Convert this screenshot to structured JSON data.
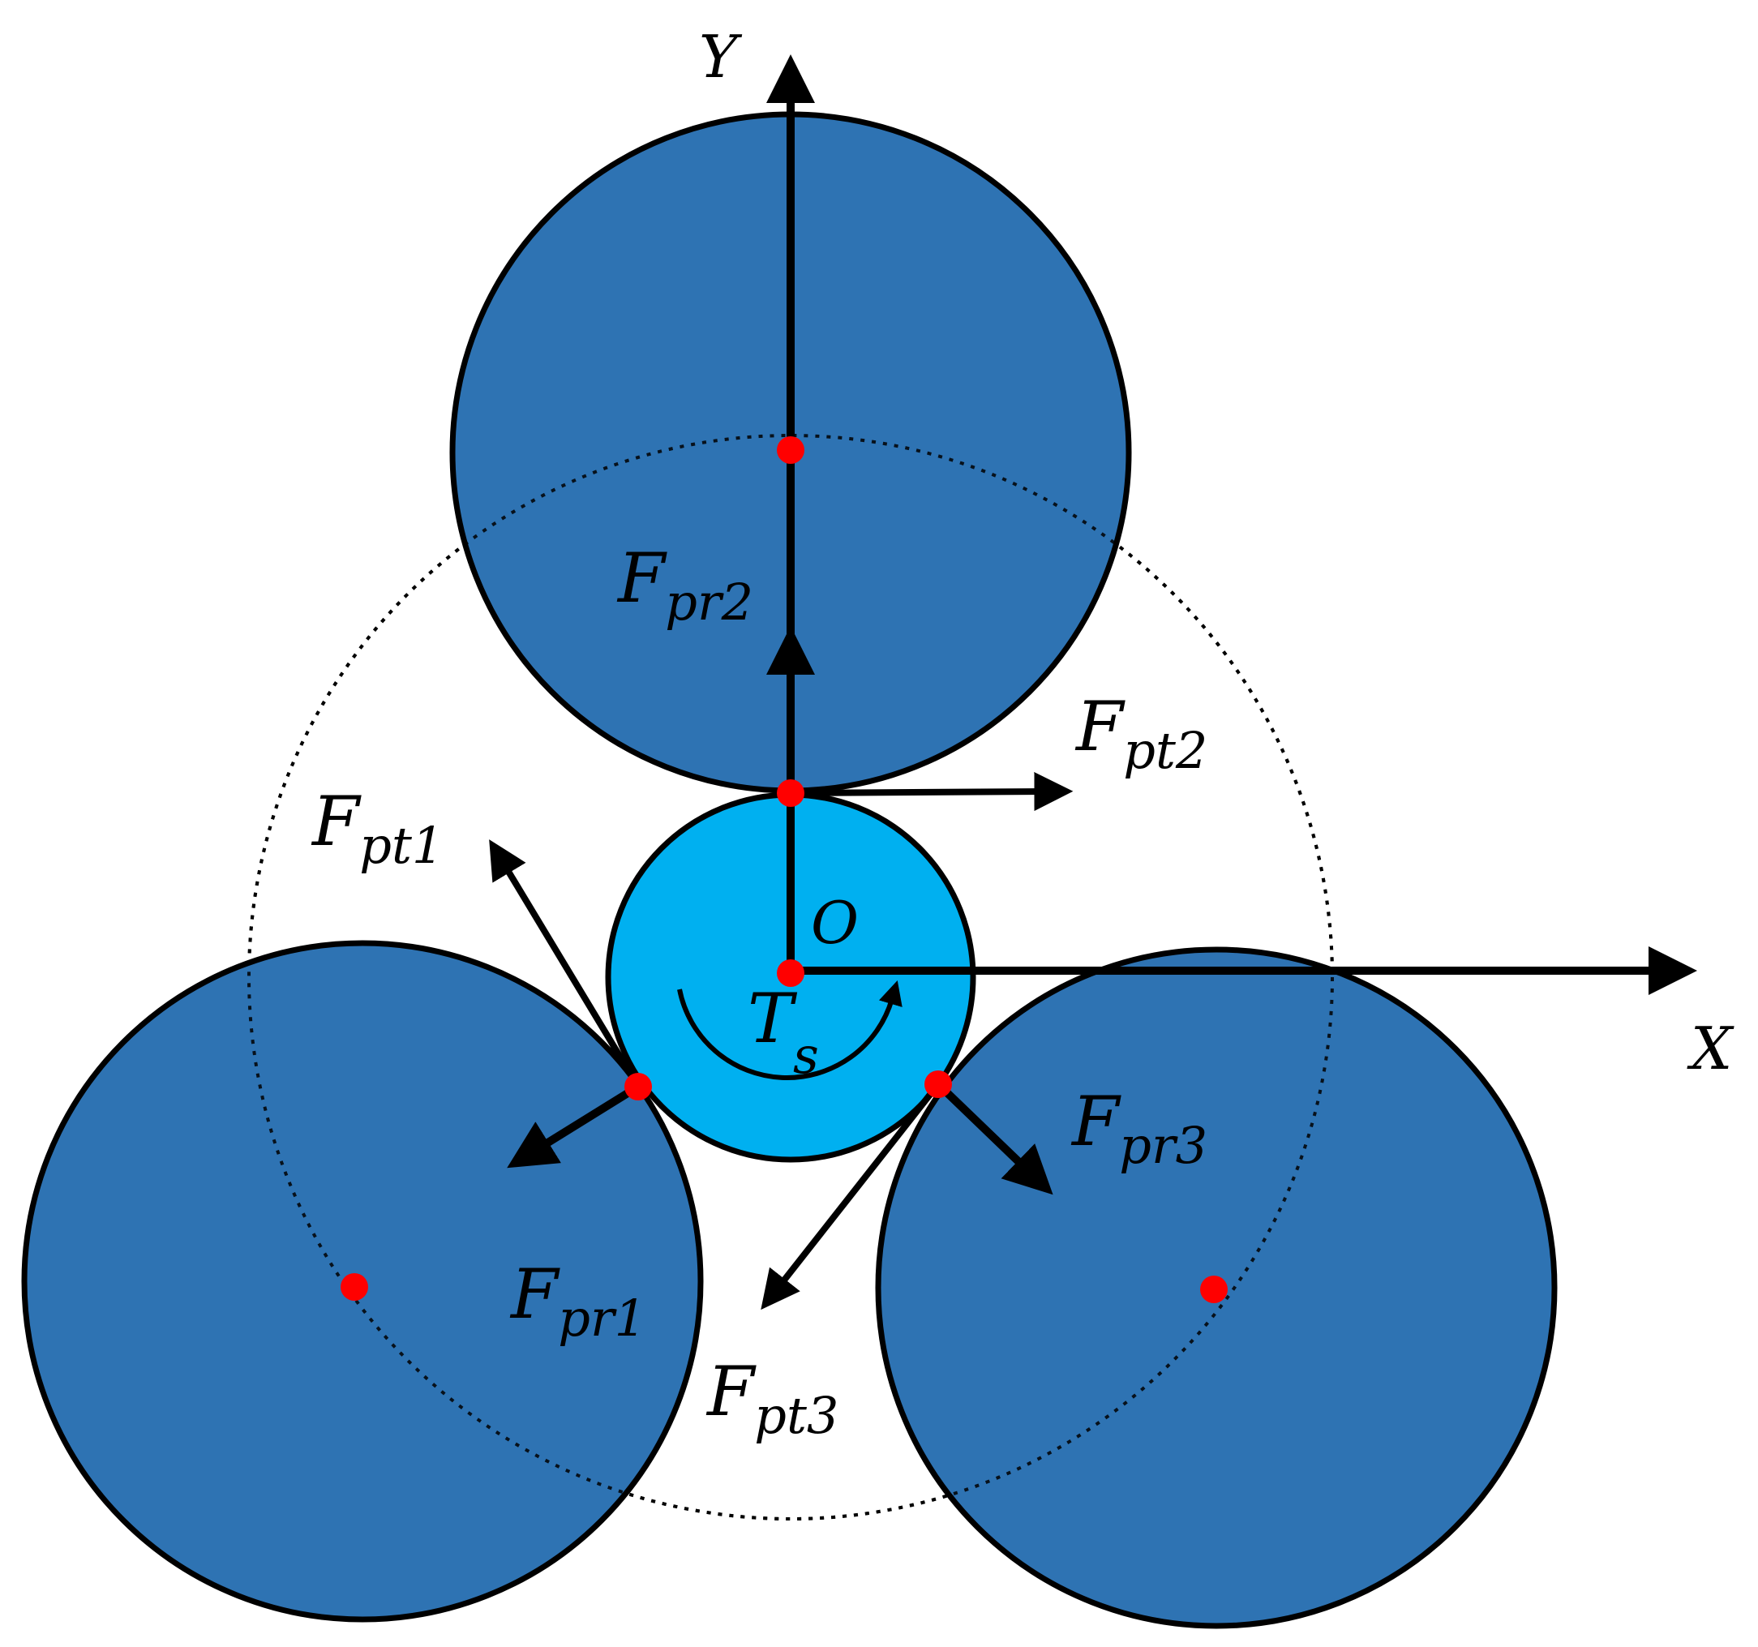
{
  "colors": {
    "planet_fill": "#2e73b3",
    "sun_fill": "#00b0f0",
    "stroke": "#000000",
    "contact_point": "#ff0000",
    "background": "#ffffff"
  },
  "axes": {
    "x_label": "X",
    "y_label": "Y",
    "origin_label": "O"
  },
  "labels": {
    "torque": {
      "main": "T",
      "sub": "s"
    },
    "fpt1": {
      "main": "F",
      "sub": "pt1"
    },
    "fpt2": {
      "main": "F",
      "sub": "pt2"
    },
    "fpt3": {
      "main": "F",
      "sub": "pt3"
    },
    "fpr1": {
      "main": "F",
      "sub": "pr1"
    },
    "fpr2": {
      "main": "F",
      "sub": "pr2"
    },
    "fpr3": {
      "main": "F",
      "sub": "pr3"
    }
  }
}
